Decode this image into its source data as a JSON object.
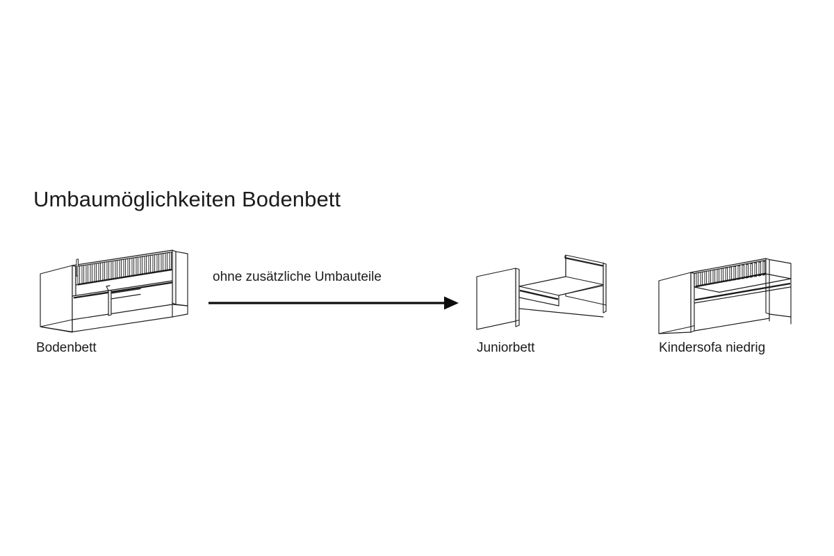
{
  "page": {
    "background_color": "#ffffff",
    "ink_color": "#1b1b1b",
    "title": "Umbaumöglichkeiten Bodenbett"
  },
  "transform": {
    "label": "ohne zusätzliche Umbauteile",
    "arrow_icon": "arrow-right-icon",
    "direction": "right"
  },
  "figures": [
    {
      "id": "bodenbett",
      "caption": "Bodenbett",
      "icon": "bed-floor-bed-icon",
      "role": "source",
      "description": "Bodenbett mit Schlupfsprossen und niedrigem Rahmen"
    },
    {
      "id": "juniorbett",
      "caption": "Juniorbett",
      "icon": "bed-junior-bed-icon",
      "role": "result",
      "description": "Juniorbett mit zwei geschlossenen Kopfteilen"
    },
    {
      "id": "kindersofa",
      "caption": "Kindersofa niedrig",
      "icon": "bed-child-sofa-low-icon",
      "role": "result",
      "description": "Kindersofa niedrig mit Rückenwand und Sprossen"
    }
  ]
}
